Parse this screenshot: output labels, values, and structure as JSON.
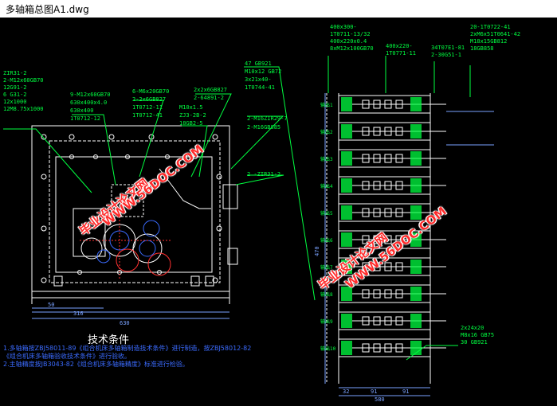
{
  "window": {
    "title": "多轴箱总图A1.dwg"
  },
  "colors": {
    "background": "#000000",
    "label": "#00ff40",
    "outline": "#ffffff",
    "section": "#00c8ff",
    "dim": "#7aa2ff",
    "watermark": "#ff2b2b",
    "hatch": "#00ff40",
    "detail": "#ffffff"
  },
  "left_view": {
    "labels": {
      "lbl_a": [
        "ZIR31-2",
        "2-M12ⅹ60GB70",
        "12G91-2",
        "6 G31-2",
        "12ⅹ1000",
        "12M8.75ⅹ1000"
      ],
      "lbl_b": [
        "9-M12ⅹ60GB70",
        "630ⅹ400ⅹ4.0",
        "630ⅹ400",
        "1T0712-12"
      ],
      "lbl_c": [
        "6-M6ⅹ20GB70",
        "2-2ⅹ6GB827",
        "1T0712-11",
        "1T0712-41"
      ],
      "lbl_d": [
        "2ⅹ2ⅹ6GB827",
        "2-64891-2"
      ],
      "lbl_e": [
        "M10ⅹ1.5",
        "ZJ3-2B-2",
        "18GB2-5"
      ],
      "lbl_f": [
        "2-M16ZIR29-7",
        "2-M16GB885"
      ],
      "lbl_g": "2 -ZIR31-2",
      "lbl_h": [
        "47  GB921",
        "M10ⅹ12  GB72",
        "3ⅹ21ⅹ40-",
        "1T0744-41"
      ]
    },
    "dims": {
      "d1": "50",
      "d2": "316",
      "d3": "630"
    }
  },
  "right_view": {
    "labels": {
      "top1": [
        "400ⅹ300-",
        "1T0711-13/32",
        "400ⅹ220ⅹ0.4",
        "8ⅹM12ⅹ100GB70"
      ],
      "top2": [
        "400ⅹ220-",
        "1T0771-11"
      ],
      "top3": [
        "34T07E1-81",
        "2-30G51-1"
      ],
      "top4": [
        "20-1T0722-41",
        "2ⅹM6ⅹ51T0641-42",
        "M18ⅹ15GB812",
        "18GB858"
      ],
      "bottom": [
        "2ⅹ24ⅹ20",
        "M8ⅹ16  GB75",
        "30  GB921"
      ]
    },
    "rows": [
      "输出1",
      "输出2",
      "输出3",
      "输出4",
      "输出5",
      "输出6",
      "输出7",
      "输出8",
      "输出9",
      "输出10"
    ],
    "dims": {
      "w1": "32",
      "w2": "91",
      "w3": "91",
      "w4": "580",
      "w5": "470"
    }
  },
  "tech": {
    "title": "技术条件",
    "lines": [
      "1.多轴箱按ZBJ58011-89《组合机床多轴箱制造技术条件》进行制造，按ZBJ58012-82",
      "《组合机床多轴箱验收技术条件》进行验收。",
      "2.主轴精度按JB3043-82《组合机床多轴箱精度》标准进行检验。"
    ]
  },
  "watermarks": {
    "w1": "毕业设计论文网",
    "w2": "WWW.56DOC.COM",
    "w3": "毕业设计论文网",
    "w4": "WWW.56DOC.COM"
  }
}
